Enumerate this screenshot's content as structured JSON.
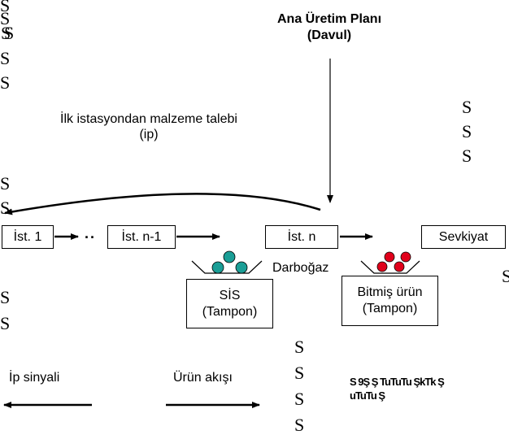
{
  "diagram": {
    "title_line1": "Ana Üretim Planı",
    "title_line2": "(Davul)",
    "request_line1": "İlk istasyondan malzeme talebi",
    "request_line2": "(ip)",
    "stations": [
      "İst. 1",
      "İst. n-1",
      "İst. n",
      "Sevkiyat"
    ],
    "ellipsis": "..",
    "bottleneck_label": "Darboğaz",
    "buffer_wip_line1": "SİS",
    "buffer_wip_line2": "(Tampon)",
    "buffer_finished_line1": "Bitmiş ürün",
    "buffer_finished_line2": "(Tampon)",
    "legend_rope_label": "İp sinyali",
    "legend_flow_label": "Ürün akışı",
    "garbled_text_line1": "S 9Ş Ş TuTuTu ŞkTk Ş",
    "garbled_text_line2": "uTuTu Ş",
    "stray_glyph": "S",
    "colors": {
      "teal_wip": "#1a9e96",
      "red_finished": "#e0001b",
      "black": "#000000"
    }
  }
}
